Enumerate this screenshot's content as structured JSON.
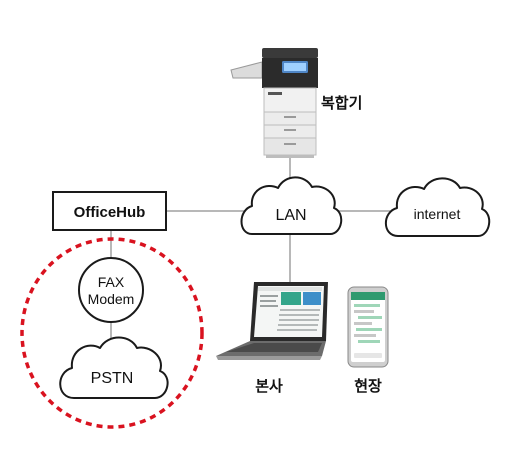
{
  "nodes": {
    "mfp_label": "복합기",
    "officehub_label": "OfficeHub",
    "lan_label": "LAN",
    "internet_label": "internet",
    "fax_modem_line1": "FAX",
    "fax_modem_line2": "Modem",
    "pstn_label": "PSTN",
    "headquarters_label": "본사",
    "field_label": "현장"
  },
  "colors": {
    "line": "#b8b8b8",
    "outline": "#1a1a1a",
    "dashed_group": "#d9121f"
  }
}
